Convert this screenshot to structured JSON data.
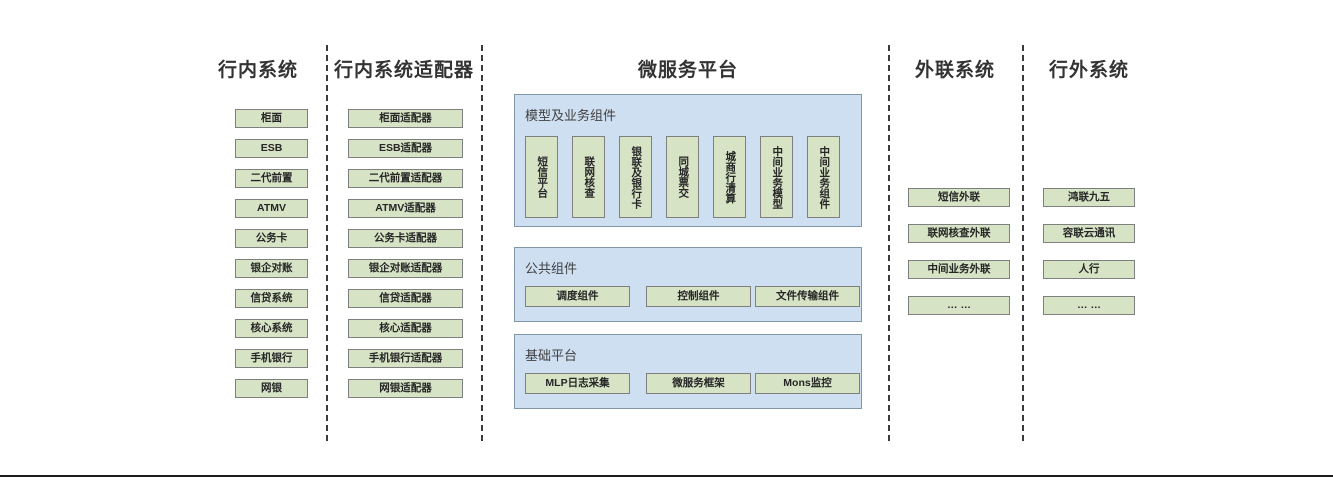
{
  "columns": {
    "in_bank": {
      "title": "行内系统",
      "items": [
        "柜面",
        "ESB",
        "二代前置",
        "ATMV",
        "公务卡",
        "银企对账",
        "信贷系统",
        "核心系统",
        "手机银行",
        "网银"
      ]
    },
    "in_bank_adapter": {
      "title": "行内系统适配器",
      "items": [
        "柜面适配器",
        "ESB适配器",
        "二代前置适配器",
        "ATMV适配器",
        "公务卡适配器",
        "银企对账适配器",
        "信贷适配器",
        "核心适配器",
        "手机银行适配器",
        "网银适配器"
      ]
    },
    "platform": {
      "title": "微服务平台",
      "sections": [
        {
          "title": "模型及业务组件",
          "orientation": "vertical",
          "items": [
            "短信平台",
            "联网核查",
            "银联及银行卡",
            "同城票交",
            "城商行清算",
            "中间业务模型",
            "中间业务组件"
          ]
        },
        {
          "title": "公共组件",
          "orientation": "horizontal",
          "items": [
            "调度组件",
            "控制组件",
            "文件传输组件"
          ]
        },
        {
          "title": "基础平台",
          "orientation": "horizontal",
          "items": [
            "MLP日志采集",
            "微服务框架",
            "Mons监控"
          ]
        }
      ]
    },
    "external_link": {
      "title": "外联系统",
      "items": [
        "短信外联",
        "联网核查外联",
        "中间业务外联",
        "… …"
      ]
    },
    "outside_bank": {
      "title": "行外系统",
      "items": [
        "鸿联九五",
        "容联云通讯",
        "人行",
        "… …"
      ]
    }
  },
  "colors": {
    "node_fill": "#d6e3c5",
    "node_border": "#7f7f7f",
    "panel_fill": "#cfdff2",
    "panel_border": "#8296ac",
    "divider": "#3a3a3a",
    "text": "#333333"
  }
}
